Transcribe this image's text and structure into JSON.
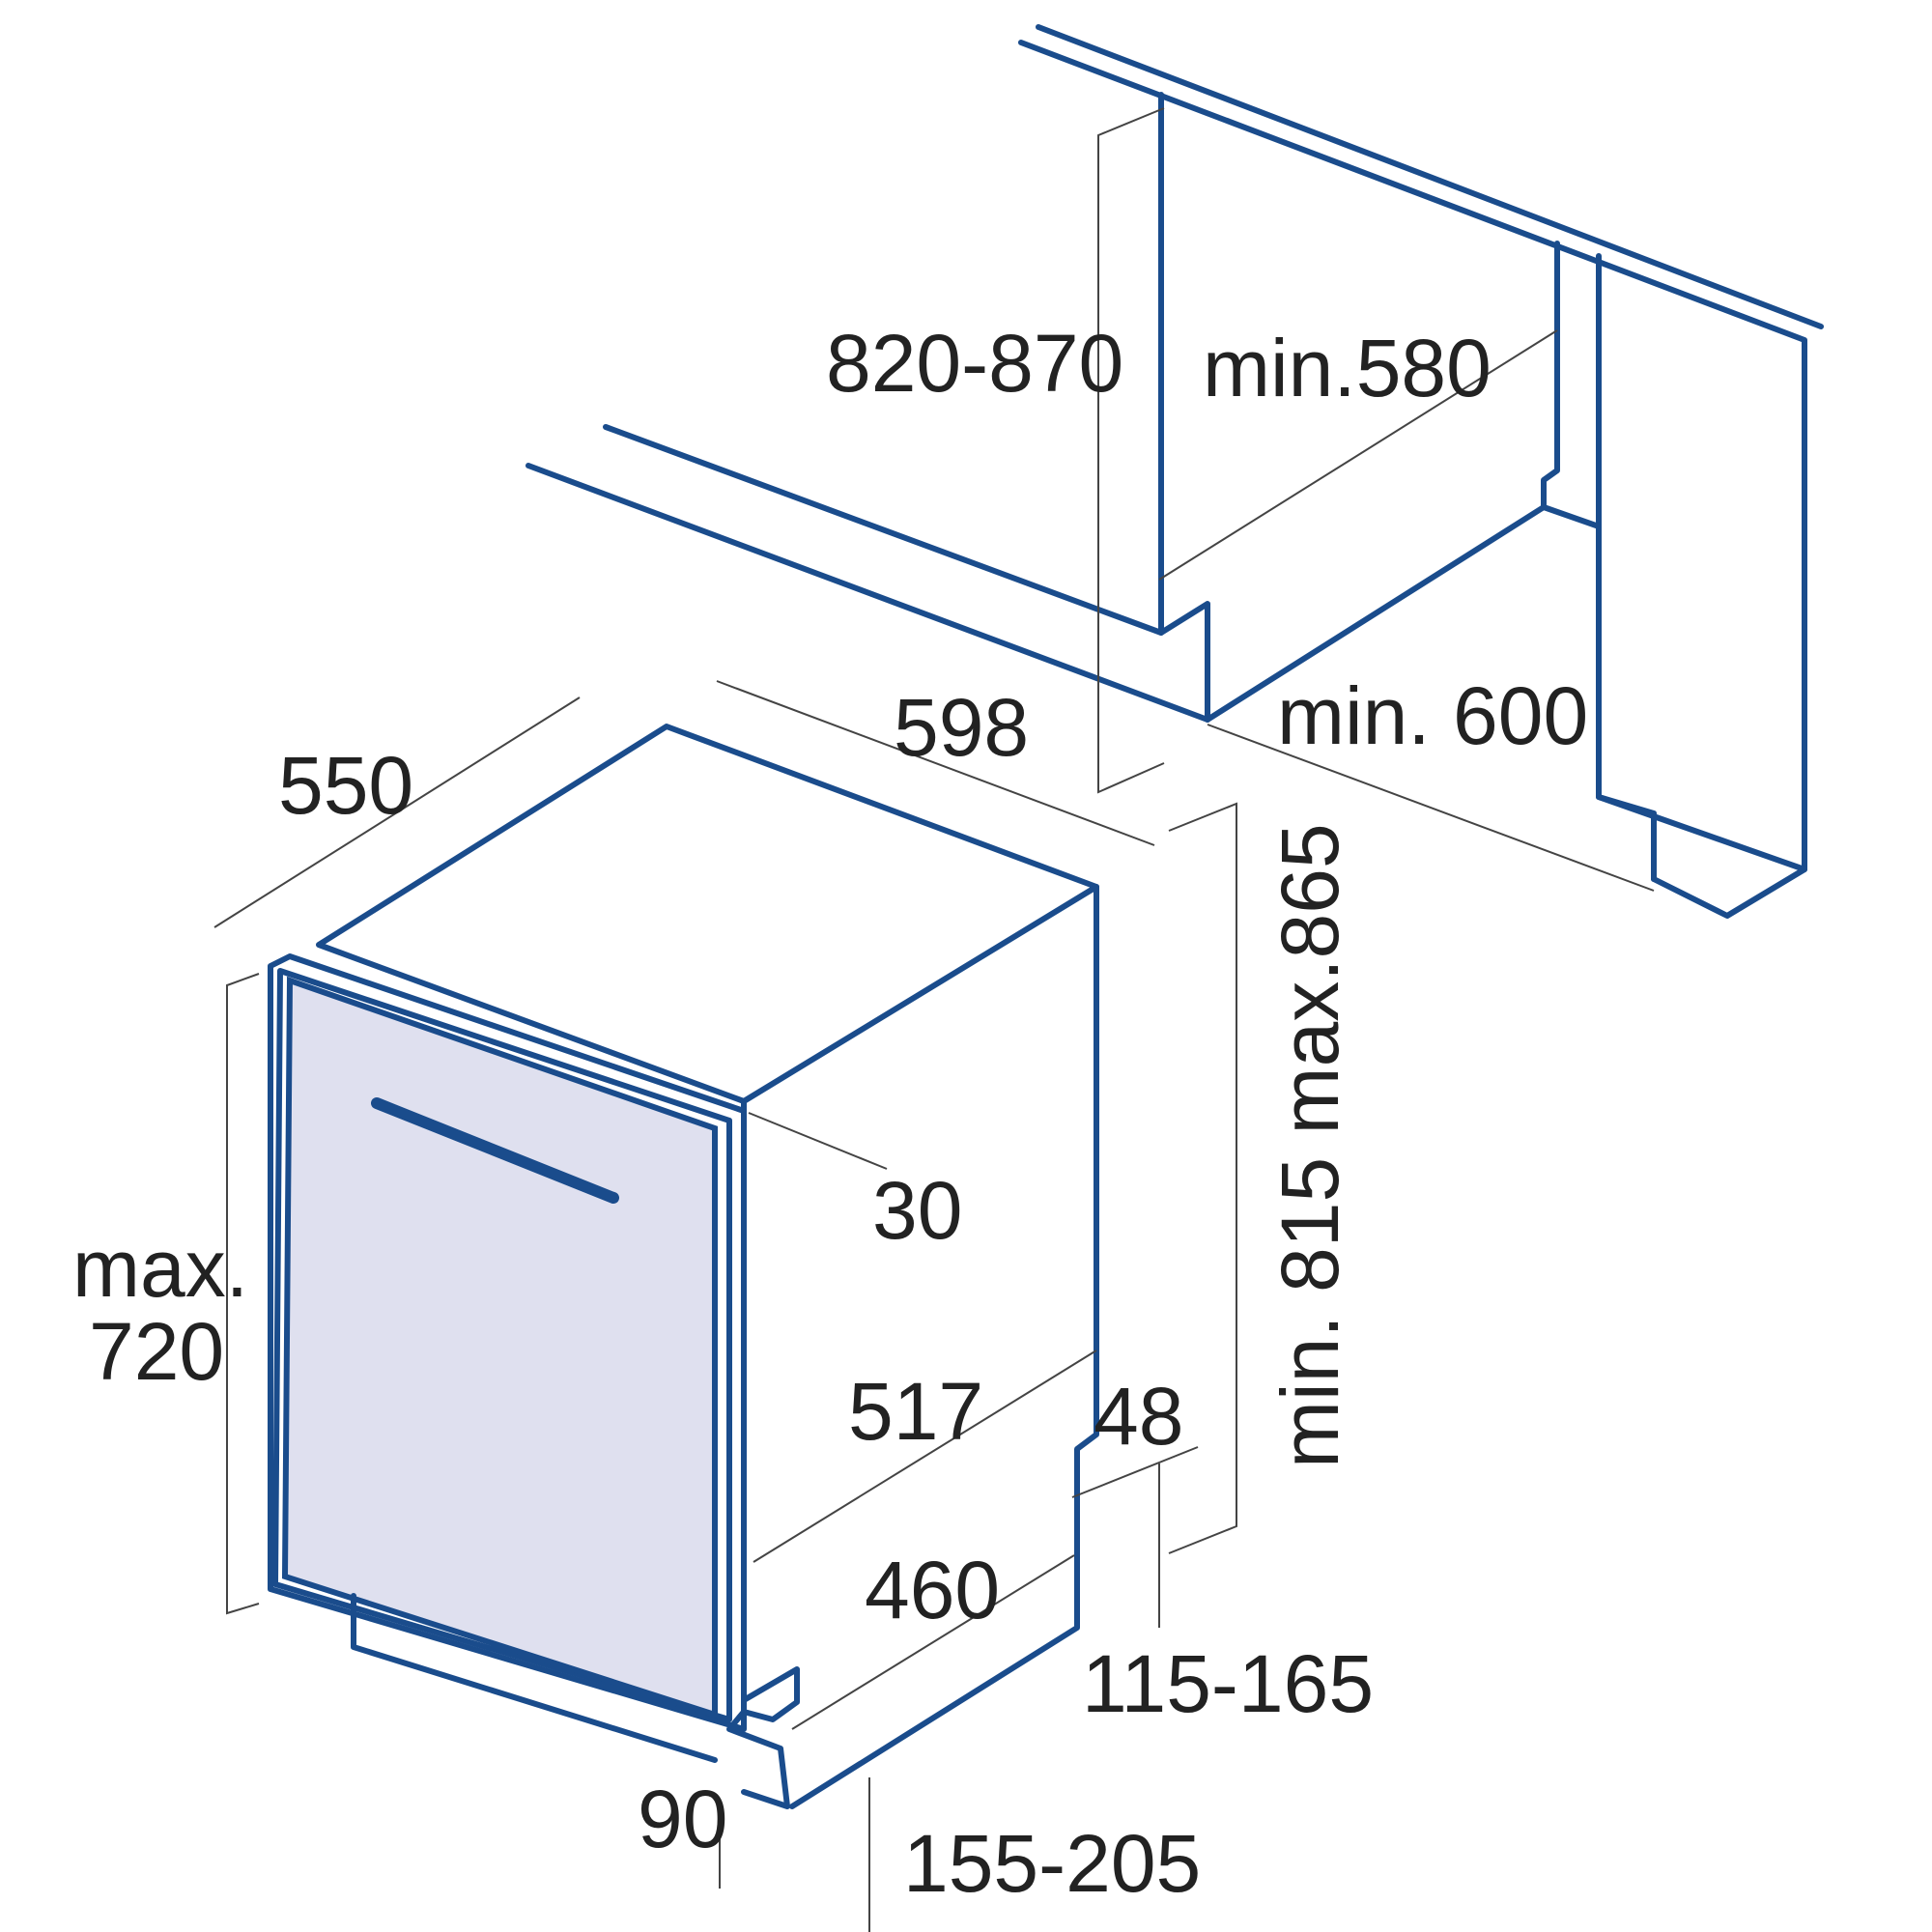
{
  "colors": {
    "outline": "#1a4c8c",
    "door_fill": "#dfe0ef",
    "dimension_line": "#444444",
    "text": "#222222",
    "background": "#ffffff"
  },
  "labels": {
    "cabinet_height": "820-870",
    "cabinet_depth": "min.580",
    "cabinet_width": "min. 600",
    "appliance_depth": "550",
    "appliance_width": "598",
    "door_height_max": "max.",
    "door_height_value": "720",
    "door_offset": "30",
    "appliance_height": "min. 815  max.865",
    "depth_517": "517",
    "depth_460": "460",
    "dim_48": "48",
    "plinth_range": "115-165",
    "dim_90": "90",
    "foot_range": "155-205"
  }
}
